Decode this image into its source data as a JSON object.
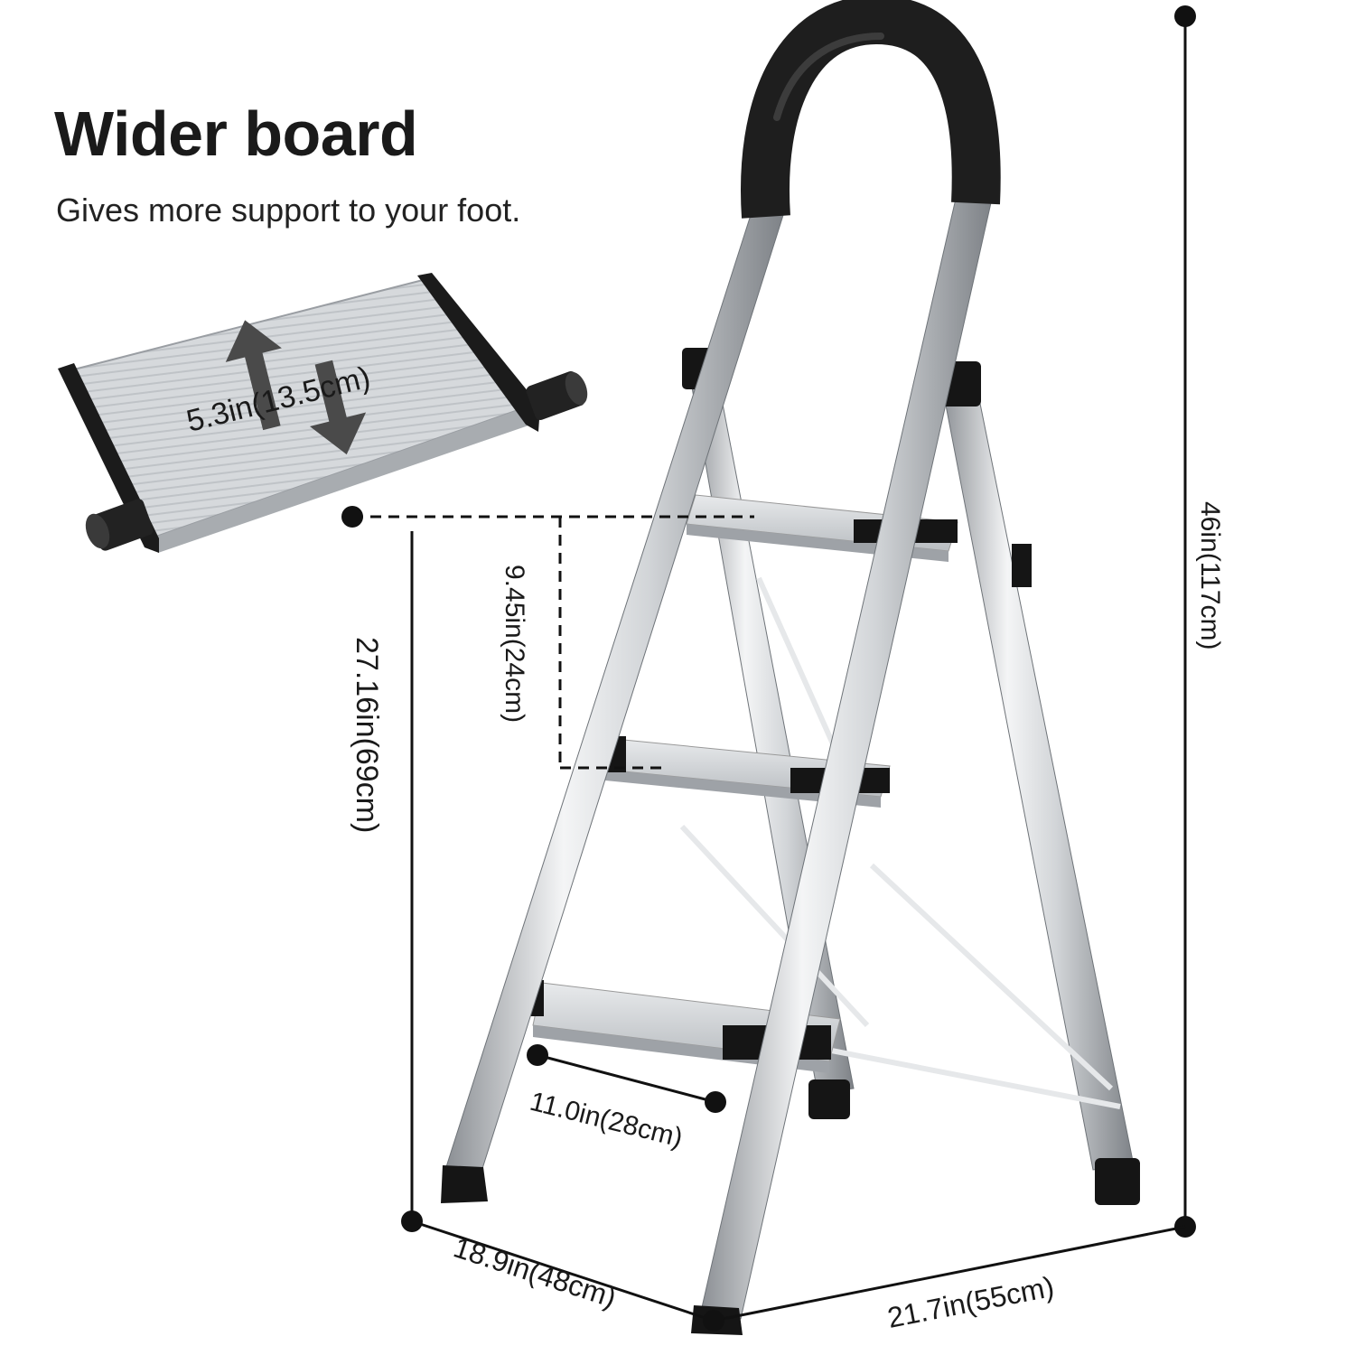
{
  "headline": "Wider board",
  "subline": "Gives more support to your foot.",
  "dimensions": {
    "board_width": "5.3in(13.5cm)",
    "step_spacing": "9.45in(24cm)",
    "platform_height": "27.16in(69cm)",
    "total_height": "46in(117cm)",
    "step_depth": "11.0in(28cm)",
    "base_depth": "18.9in(48cm)",
    "base_width": "21.7in(55cm)"
  },
  "colors": {
    "aluminum": "#c9ccd0",
    "handle": "#1e1e1e",
    "caps": "#151515",
    "text": "#1a1a1a"
  }
}
